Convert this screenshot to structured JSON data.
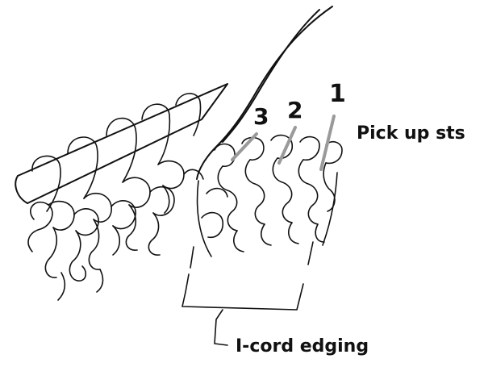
{
  "labels": {
    "pick_up": "Pick up sts",
    "edging": "I-cord edging",
    "stitch_numbers": [
      "1",
      "2",
      "3"
    ]
  },
  "colors": {
    "ink": "#111111",
    "pointer": "#9a9a9a",
    "background": "#ffffff"
  }
}
